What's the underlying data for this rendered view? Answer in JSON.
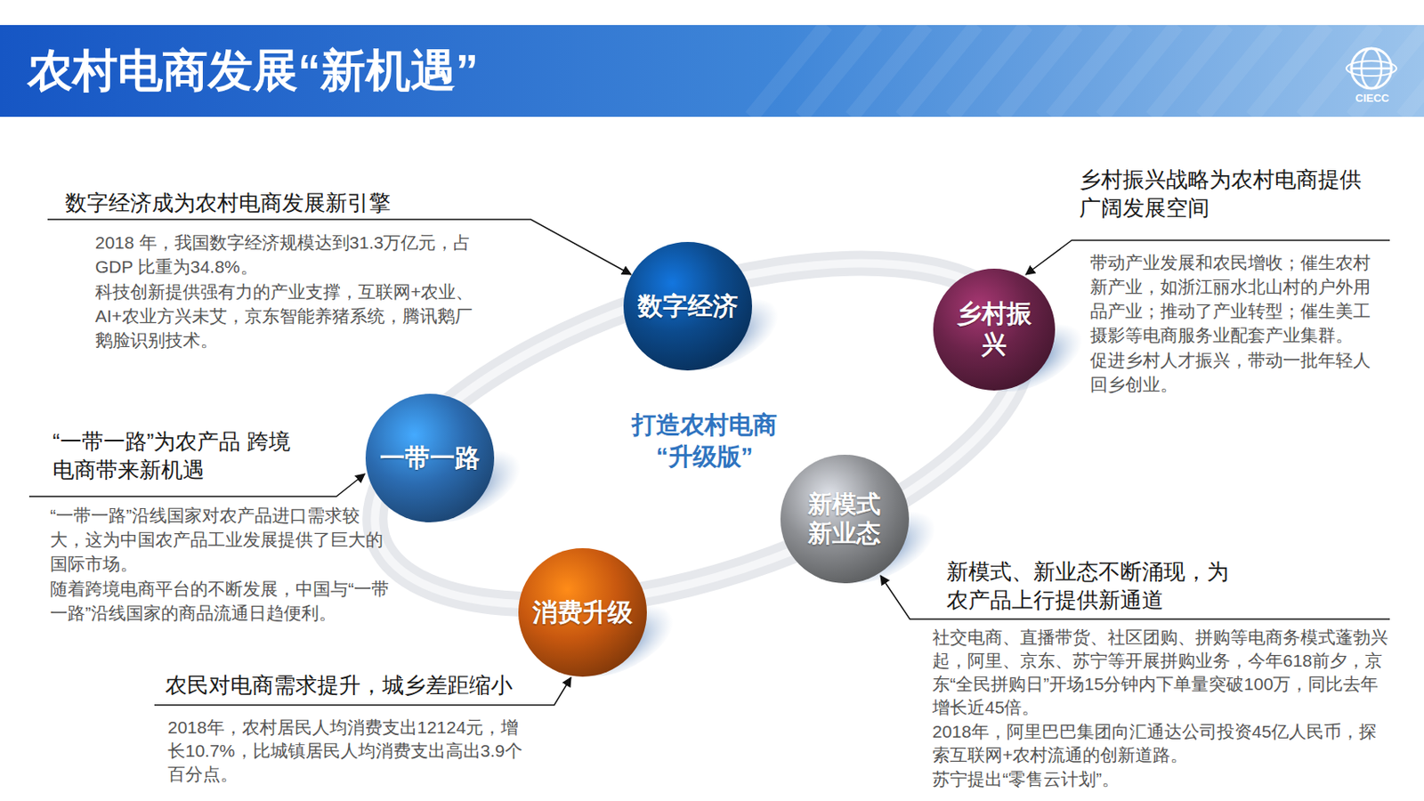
{
  "diagram": {
    "title": "农村电商发展“新机遇”",
    "nodes": [
      {
        "text": [
          "数字经济"
        ]
      },
      {
        "text": [
          "乡村振兴"
        ]
      },
      {
        "text": [
          "一带一路"
        ]
      },
      {
        "text": [
          "新模式 新业态"
        ]
      },
      {
        "text": [
          "消费升级"
        ]
      }
    ],
    "labels": [
      "CIECC",
      "打造农村电商 “升级版”",
      "数字经济成为农村电商发展新引擎",
      "2018 年，我国数字经济规模达到31.3万亿元，占GDP 比重为34.8%。",
      "科技创新提供强有力的产业支撑，互联网+农业、AI+农业方兴未艾，京东智能养猪系统，腾讯鹅厂鹅脸识别技术。",
      "乡村振兴战略为农村电商提供广阔发展空间",
      "带动产业发展和农民增收；催生农村新产业，如浙江丽水北山村的户外用品产业；推动了产业转型；催生美工摄影等电商服务业配套产业集群。",
      "促进乡村人才振兴，带动一批年轻人回乡创业。",
      "“一带一路”为农产品 跨境电商带来新机遇",
      "“一带一路”沿线国家对农产品进口需求较大，这为中国农产品工业发展提供了巨大的国际市场。",
      "随着跨境电商平台的不断发展，中国与“一带一路”沿线国家的商品流通日趋便利。",
      "新模式、新业态不断涌现，为农产品上行提供新通道",
      "社交电商、直播带货、社区团购、拼购等电商务模式蓬勃兴起，阿里、京东、苏宁等开展拼购业务，今年618前夕，京东“全民拼购日”开场15分钟内下单量突破100万，同比去年增长近45倍。",
      "2018年，阿里巴巴集团向汇通达公司投资45亿人民币，探索互联网+农村流通的创新道路。",
      "苏宁提出“零售云计划”。",
      "农民对电商需求提升，城乡差距缩小",
      "2018年，农村居民人均消费支出12124元，增长10.7%，比城镇居民人均消费支出高出3.9个百分点。"
    ]
  }
}
